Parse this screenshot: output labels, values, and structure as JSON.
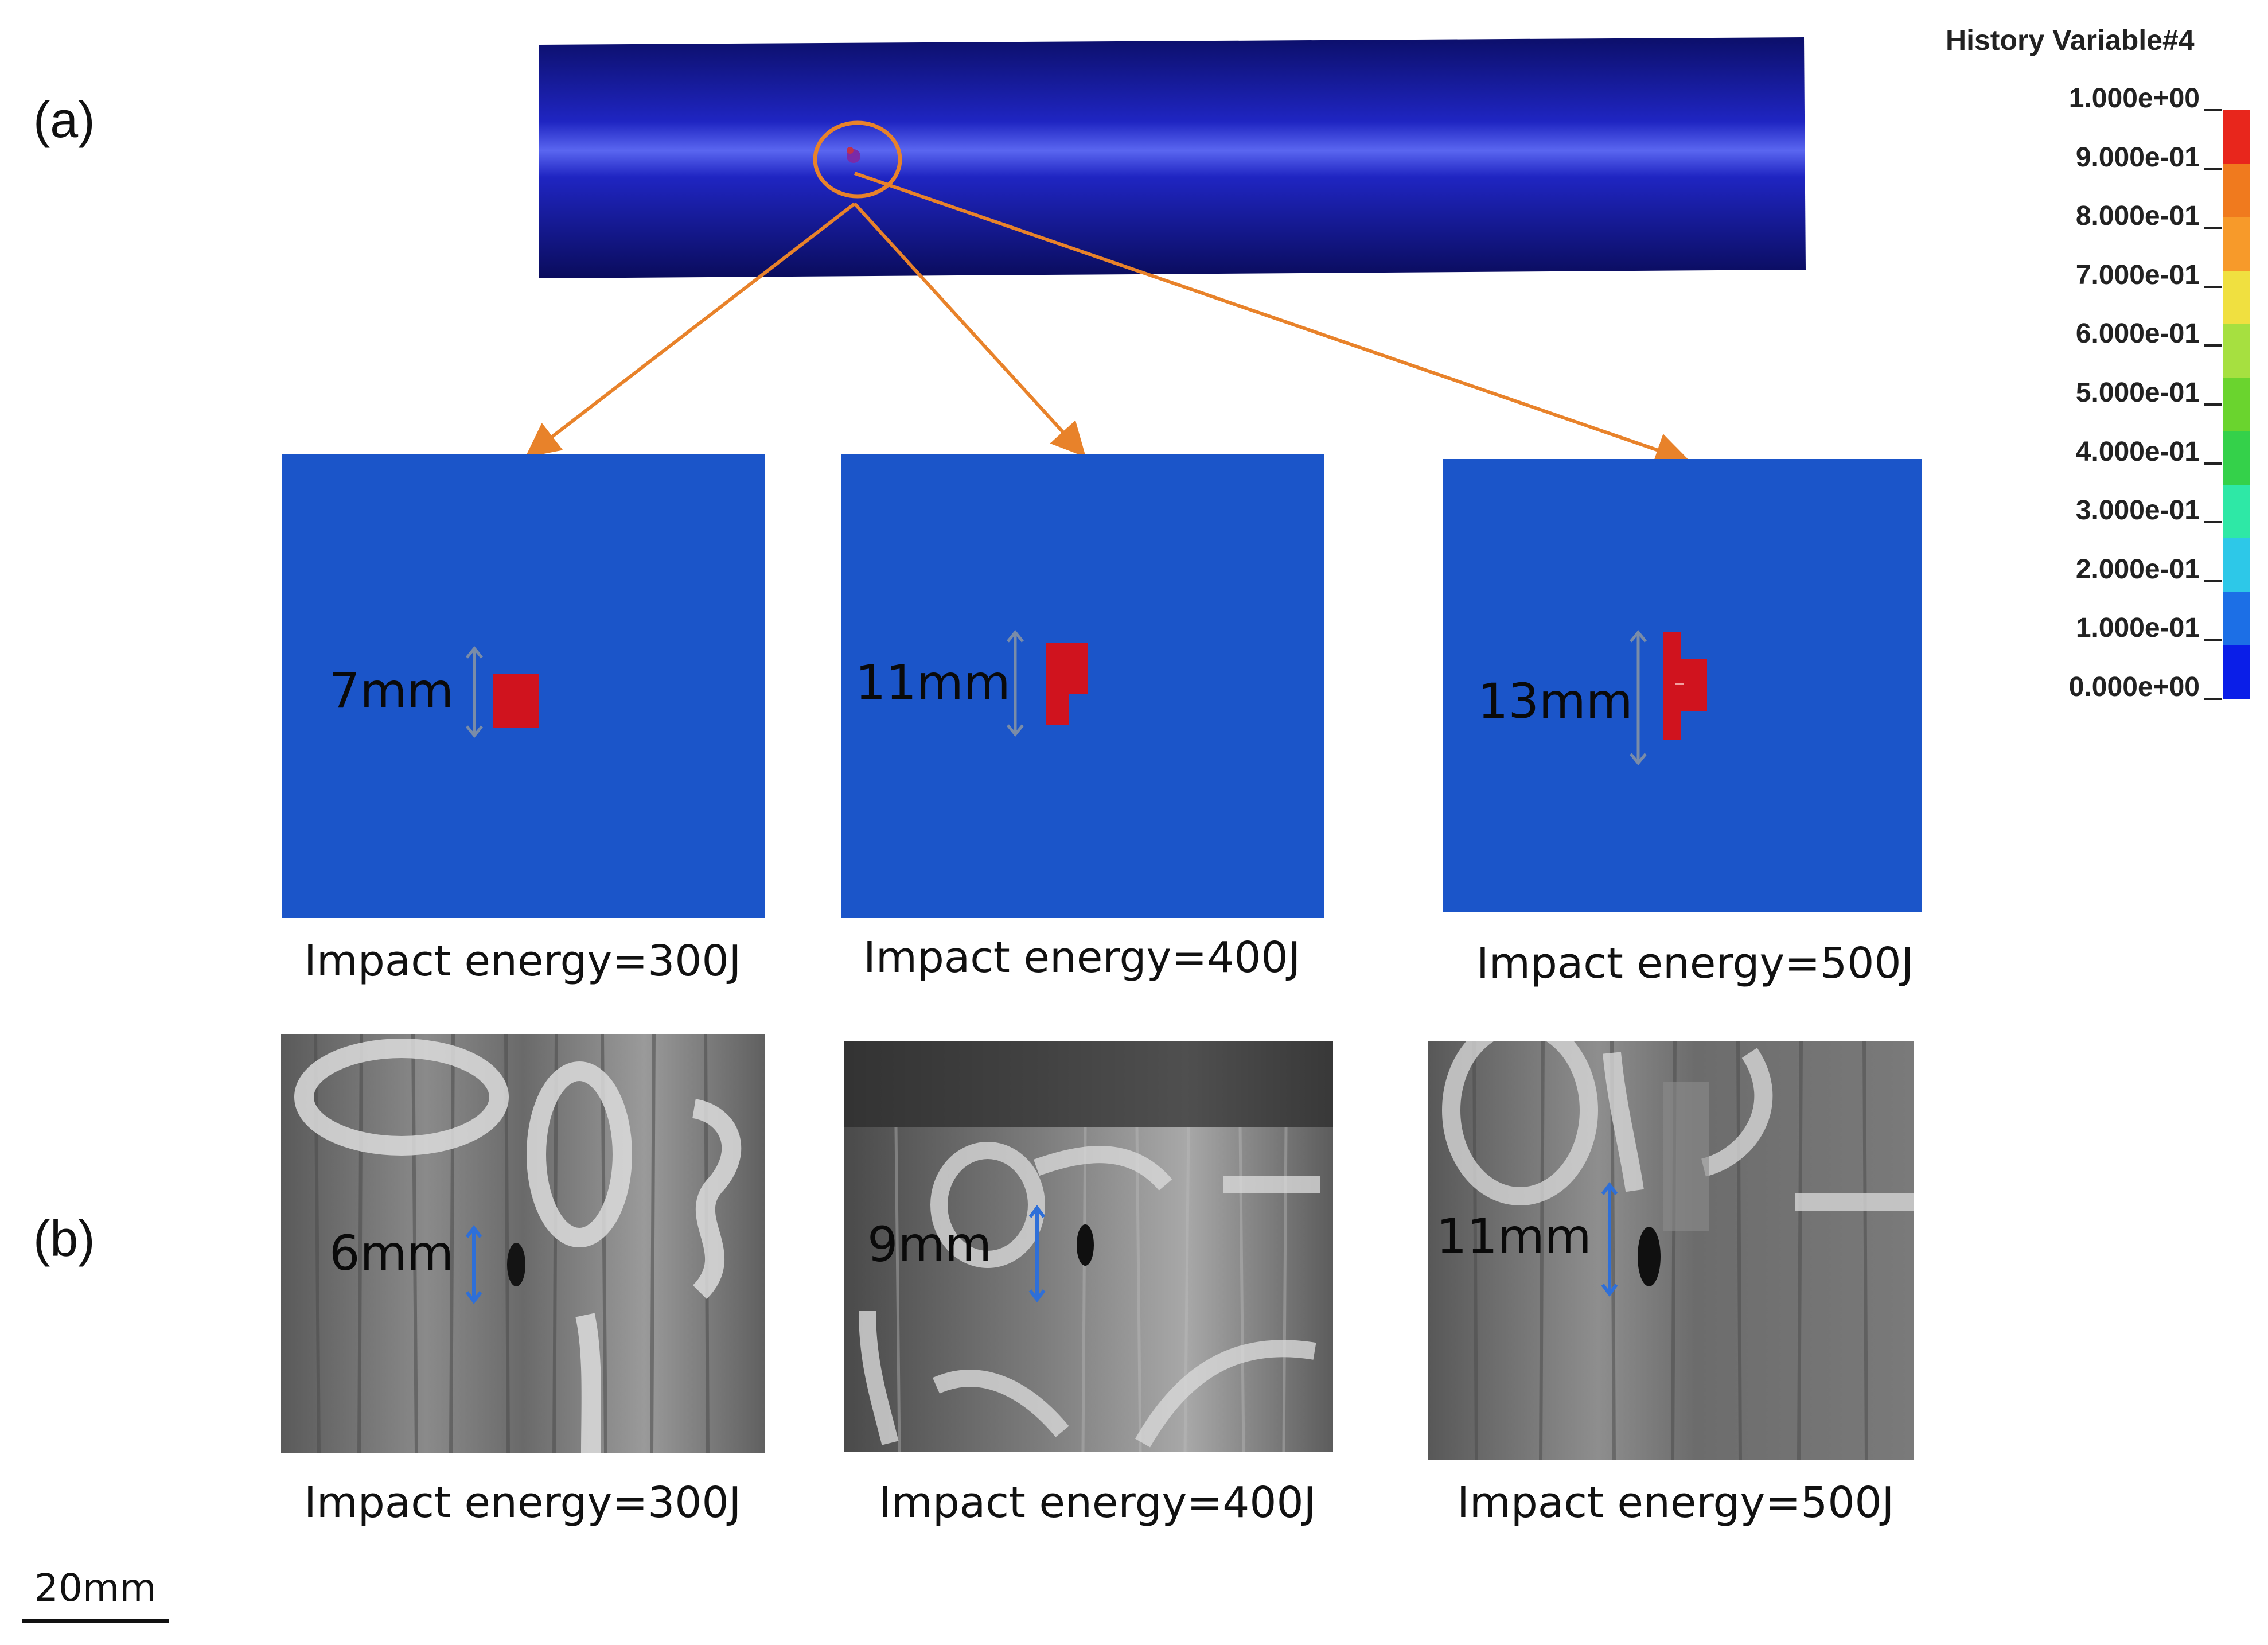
{
  "panels": {
    "a_label": "(a)",
    "b_label": "(b)"
  },
  "legend": {
    "title": "History Variable#4",
    "ticks": [
      "1.000e+00",
      "9.000e-01",
      "8.000e-01",
      "7.000e-01",
      "6.000e-01",
      "5.000e-01",
      "4.000e-01",
      "3.000e-01",
      "2.000e-01",
      "1.000e-01",
      "0.000e+00"
    ],
    "colors": [
      "#0a1ee8",
      "#1c6fe6",
      "#2dc8e8",
      "#2ee8a6",
      "#34d14a",
      "#6ad42e",
      "#a6e040",
      "#f0e040",
      "#f79a2a",
      "#f07a1e",
      "#e8261c"
    ]
  },
  "pipe": {
    "color": "#1a1fb8",
    "highlight_color": "#e8822a"
  },
  "simulation": [
    {
      "measure": "7mm",
      "caption": "Impact energy=300J",
      "damage_color": "#d0131e"
    },
    {
      "measure": "11mm",
      "caption": "Impact energy=400J",
      "damage_color": "#d0131e"
    },
    {
      "measure": "13mm",
      "caption": "Impact energy=500J",
      "damage_color": "#d0131e"
    }
  ],
  "experiment": [
    {
      "measure": "6mm",
      "caption": "Impact energy=300J"
    },
    {
      "measure": "9mm",
      "caption": "Impact energy=400J"
    },
    {
      "measure": "11mm",
      "caption": "Impact energy=500J"
    }
  ],
  "scale_bar": {
    "label": "20mm"
  }
}
